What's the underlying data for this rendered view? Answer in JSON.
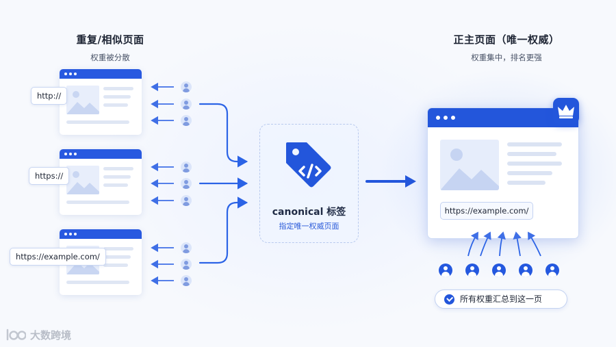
{
  "left_group": {
    "title": "重复/相似页面",
    "subtitle": "权重被分散",
    "url_labels": [
      "http://",
      "https://",
      "https://example.com/"
    ]
  },
  "center": {
    "title": "canonical 标签",
    "subtitle": "指定唯一权威页面",
    "icon": "code-tag-icon"
  },
  "right_group": {
    "title": "正主页面（唯一权威）",
    "subtitle": "权重集中，排名更强",
    "url": "https://example.com/",
    "badge_icon": "crown-icon",
    "summary": "所有权重汇总到这一页"
  },
  "brand": {
    "name": "大数跨境",
    "logo_text": "lOO"
  },
  "colors": {
    "primary": "#2356db",
    "arrow": "#2b63e6",
    "light_blue": "#e6edfb",
    "text_dark": "#1d2433",
    "accent_text": "#2a5ad9"
  }
}
